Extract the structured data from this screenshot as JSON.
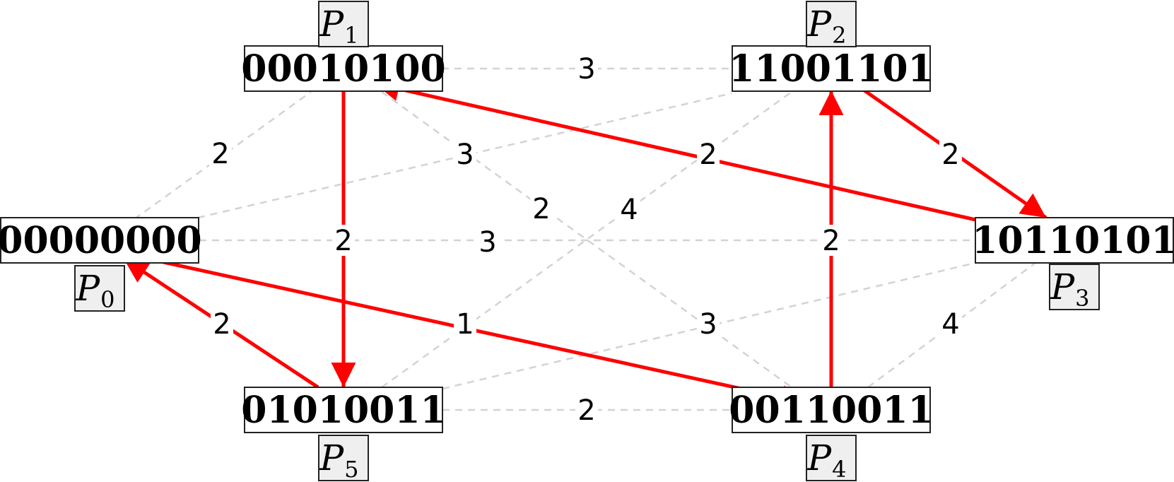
{
  "colors": {
    "dashed_edge": "#d3d3d3",
    "highlight_edge": "#ff0000",
    "node_fill": "#ffffff",
    "tag_fill": "#efefef",
    "border": "#222222"
  },
  "nodes": [
    {
      "id": "P0",
      "code": "00000000",
      "tag": "P",
      "tag_sub": "0"
    },
    {
      "id": "P1",
      "code": "00010100",
      "tag": "P",
      "tag_sub": "1"
    },
    {
      "id": "P2",
      "code": "11001101",
      "tag": "P",
      "tag_sub": "2"
    },
    {
      "id": "P3",
      "code": "10110101",
      "tag": "P",
      "tag_sub": "3"
    },
    {
      "id": "P4",
      "code": "00110011",
      "tag": "P",
      "tag_sub": "4"
    },
    {
      "id": "P5",
      "code": "01010011",
      "tag": "P",
      "tag_sub": "5"
    }
  ],
  "edges": [
    {
      "from": "P1",
      "to": "P2",
      "weight": "3",
      "style": "dashed"
    },
    {
      "from": "P0",
      "to": "P1",
      "weight": "2",
      "style": "dashed"
    },
    {
      "from": "P0",
      "to": "P2",
      "weight": "3",
      "style": "dashed"
    },
    {
      "from": "P1",
      "to": "P4",
      "weight": "2",
      "style": "dashed"
    },
    {
      "from": "P5",
      "to": "P2",
      "weight": "4",
      "style": "dashed"
    },
    {
      "from": "P0",
      "to": "P3",
      "weight": "3",
      "style": "dashed"
    },
    {
      "from": "P5",
      "to": "P3",
      "weight": "3",
      "style": "dashed"
    },
    {
      "from": "P4",
      "to": "P3",
      "weight": "4",
      "style": "dashed"
    },
    {
      "from": "P5",
      "to": "P4",
      "weight": "2",
      "style": "dashed"
    },
    {
      "from": "P1",
      "to": "P5",
      "weight": "2",
      "style": "arrow"
    },
    {
      "from": "P3",
      "to": "P1",
      "weight": "2",
      "style": "arrow"
    },
    {
      "from": "P2",
      "to": "P3",
      "weight": "2",
      "style": "arrow"
    },
    {
      "from": "P4",
      "to": "P2",
      "weight": "2",
      "style": "arrow"
    },
    {
      "from": "P5",
      "to": "P0",
      "weight": "2",
      "style": "arrow"
    },
    {
      "from": "P0",
      "to": "P4",
      "weight": "1",
      "style": "arrow"
    }
  ]
}
